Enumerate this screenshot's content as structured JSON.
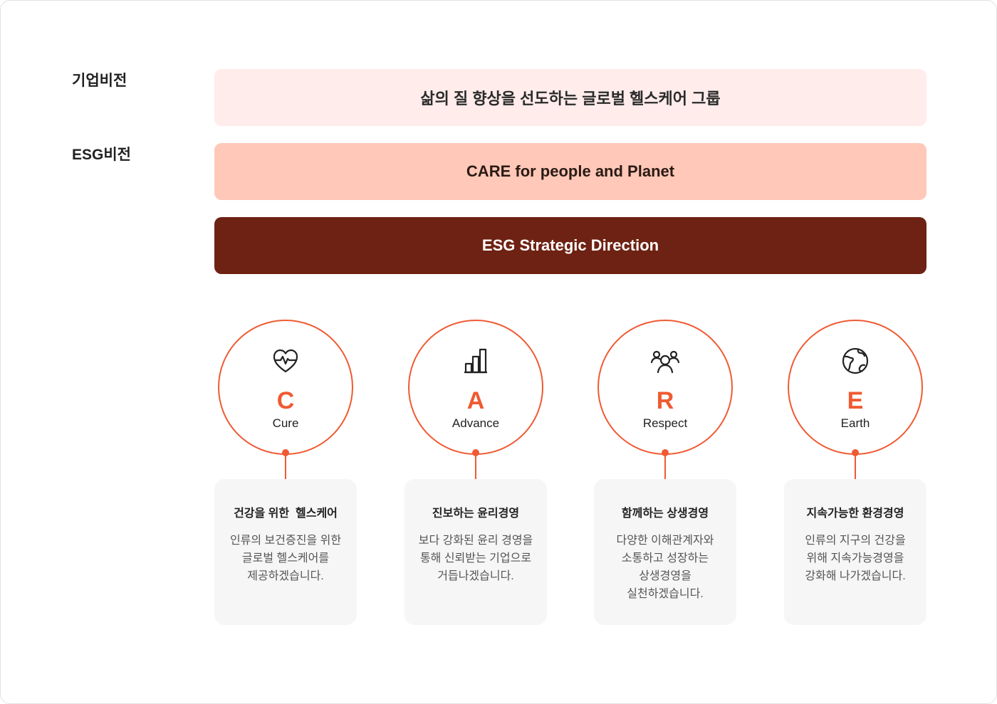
{
  "labels": {
    "corporate_vision": "기업비전",
    "esg_vision": "ESG비전"
  },
  "bars": {
    "corporate_vision_text": "삶의 질 향상을 선도하는 글로벌 헬스케어 그룹",
    "esg_vision_text": "CARE for people and Planet",
    "strategic_direction": "ESG Strategic Direction"
  },
  "pillars": [
    {
      "letter": "C",
      "word": "Cure",
      "icon": "heart-pulse-icon",
      "title": "건강을 위한  헬스케어",
      "desc": "인류의 보건증진을 위한\n글로벌 헬스케어를\n제공하겠습니다."
    },
    {
      "letter": "A",
      "word": "Advance",
      "icon": "bar-chart-icon",
      "title": "진보하는 윤리경영",
      "desc": "보다 강화된 윤리 경영을\n통해 신뢰받는 기업으로\n거듭나겠습니다."
    },
    {
      "letter": "R",
      "word": "Respect",
      "icon": "people-group-icon",
      "title": "함께하는 상생경영",
      "desc": "다양한 이해관계자와\n소통하고 성장하는\n상생경영을\n실천하겠습니다."
    },
    {
      "letter": "E",
      "word": "Earth",
      "icon": "globe-icon",
      "title": "지속가능한 환경경영",
      "desc": "인류의  지구의 건강을\n위해 지속가능경영을\n강화해 나가겠습니다."
    }
  ],
  "colors": {
    "accent": "#f05a32",
    "bar_light": "#ffeceb",
    "bar_mid": "#ffc8b8",
    "bar_dark": "#6e2213",
    "card_bg": "#f6f6f6"
  }
}
